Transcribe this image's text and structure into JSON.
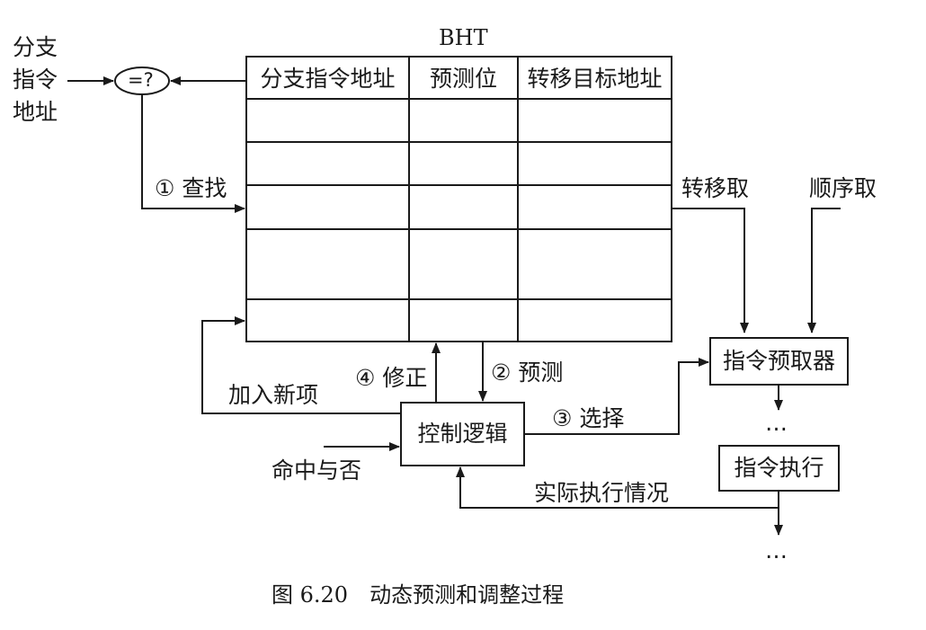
{
  "bht": {
    "title": "BHT",
    "columns": [
      "分支指令地址",
      "预测位",
      "转移目标地址"
    ]
  },
  "input": {
    "label_line1": "分支",
    "label_line2": "指令",
    "label_line3": "地址",
    "comparator": "=?"
  },
  "steps": {
    "lookup": "① 查找",
    "predict": "② 预测",
    "select": "③ 选择",
    "modify": "④ 修正"
  },
  "labels": {
    "add_new_entry": "加入新项",
    "hit_or_miss": "命中与否",
    "actual_execution": "实际执行情况",
    "branch_fetch": "转移取",
    "sequential_fetch": "顺序取",
    "ellipsis_1": "…",
    "ellipsis_2": "…"
  },
  "boxes": {
    "control_logic": "控制逻辑",
    "prefetcher": "指令预取器",
    "execute": "指令执行"
  },
  "caption": "图 6.20　动态预测和调整过程",
  "colors": {
    "line": "#1a1a1a",
    "background": "#ffffff"
  }
}
